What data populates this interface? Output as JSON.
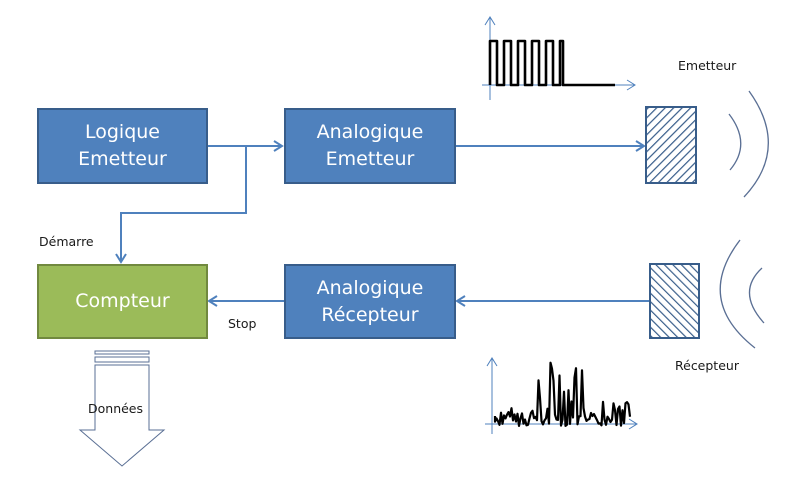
{
  "blocks": {
    "logique_emetteur": {
      "line1": "Logique",
      "line2": "Emetteur"
    },
    "analogique_emetteur": {
      "line1": "Analogique",
      "line2": "Emetteur"
    },
    "compteur": {
      "line1": "Compteur"
    },
    "analogique_recepteur": {
      "line1": "Analogique",
      "line2": "Récepteur"
    }
  },
  "labels": {
    "demarre": "Démarre",
    "stop": "Stop",
    "donnees": "Données",
    "emetteur": "Emetteur",
    "recepteur": "Récepteur"
  },
  "signals": {
    "emitted": {
      "type": "square-pulse-burst",
      "pulses": 5
    },
    "received": {
      "type": "noisy-echo"
    }
  },
  "colors": {
    "block_fill": "#4F81BD",
    "block_border": "#385D8A",
    "counter_fill": "#9BBB59",
    "counter_border": "#71893F",
    "connector": "#4F81BD",
    "wave": "#5A6F94",
    "signal": "#000000"
  }
}
